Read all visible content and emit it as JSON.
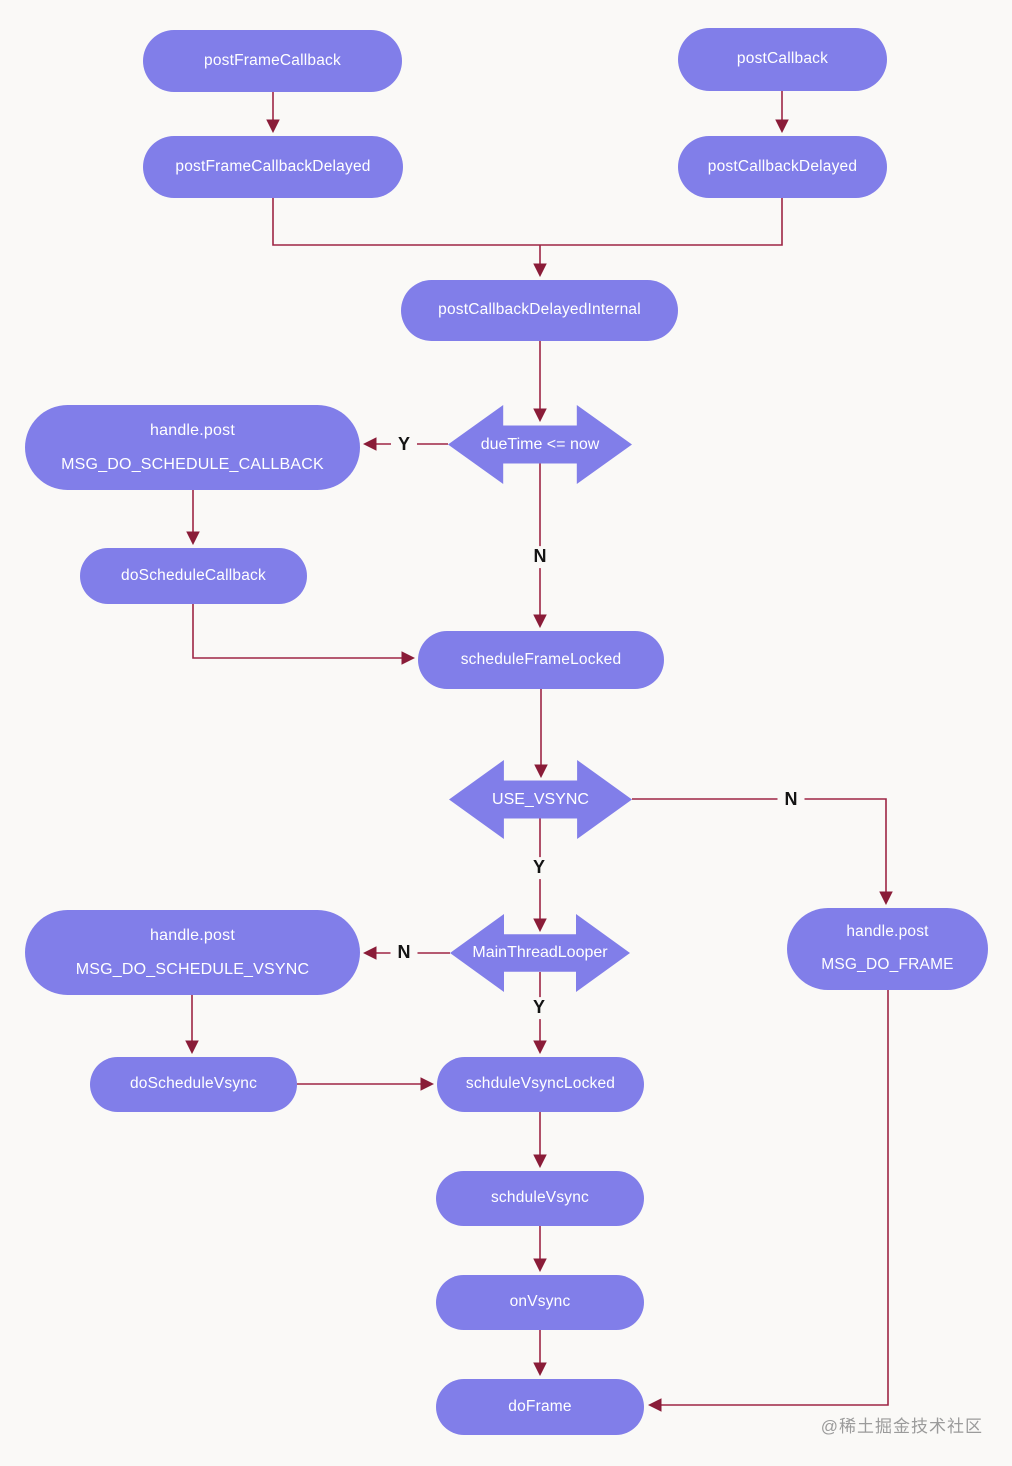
{
  "diagram": {
    "type": "flowchart",
    "colors": {
      "background": "#faf9f7",
      "node_fill": "#817ee9",
      "node_text": "#ffffff",
      "edge_line": "#9e2545",
      "arrowhead": "#8a1c38",
      "branch_label_text": "#141414",
      "watermark_text": "#9b9b9b"
    },
    "nodes": {
      "postFrameCallback": {
        "label": "postFrameCallback"
      },
      "postCallback": {
        "label": "postCallback"
      },
      "postFrameCallbackDelayed": {
        "label": "postFrameCallbackDelayed"
      },
      "postCallbackDelayed": {
        "label": "postCallbackDelayed"
      },
      "postCallbackDelayedInternal": {
        "label": "postCallbackDelayedInternal"
      },
      "handlePostScheduleCallback": {
        "line1": "handle.post",
        "line2": "MSG_DO_SCHEDULE_CALLBACK"
      },
      "doScheduleCallback": {
        "label": "doScheduleCallback"
      },
      "scheduleFrameLocked": {
        "label": "scheduleFrameLocked"
      },
      "handlePostScheduleVsync": {
        "line1": "handle.post",
        "line2": "MSG_DO_SCHEDULE_VSYNC"
      },
      "handlePostFrame": {
        "line1": "handle.post",
        "line2": "MSG_DO_FRAME"
      },
      "doScheduleVsync": {
        "label": "doScheduleVsync"
      },
      "schduleVsyncLocked": {
        "label": "schduleVsyncLocked"
      },
      "schduleVsync": {
        "label": "schduleVsync"
      },
      "onVsync": {
        "label": "onVsync"
      },
      "doFrame": {
        "label": "doFrame"
      }
    },
    "decisions": {
      "dueTime": {
        "label": "dueTime <= now"
      },
      "useVsync": {
        "label": "USE_VSYNC"
      },
      "mainThreadLooper": {
        "label": "MainThreadLooper"
      }
    },
    "branch_labels": {
      "dueTime_yes": "Y",
      "dueTime_no": "N",
      "useVsync_yes": "Y",
      "useVsync_no": "N",
      "mainThreadLooper_yes": "Y",
      "mainThreadLooper_no": "N"
    },
    "edges": [
      {
        "from": "postFrameCallback",
        "to": "postFrameCallbackDelayed"
      },
      {
        "from": "postCallback",
        "to": "postCallbackDelayed"
      },
      {
        "from": "postFrameCallbackDelayed",
        "to": "postCallbackDelayedInternal"
      },
      {
        "from": "postCallbackDelayed",
        "to": "postCallbackDelayedInternal"
      },
      {
        "from": "postCallbackDelayedInternal",
        "to": "dueTime"
      },
      {
        "from": "dueTime",
        "to": "handlePostScheduleCallback",
        "label": "Y"
      },
      {
        "from": "dueTime",
        "to": "scheduleFrameLocked",
        "label": "N"
      },
      {
        "from": "handlePostScheduleCallback",
        "to": "doScheduleCallback"
      },
      {
        "from": "doScheduleCallback",
        "to": "scheduleFrameLocked"
      },
      {
        "from": "scheduleFrameLocked",
        "to": "useVsync"
      },
      {
        "from": "useVsync",
        "to": "mainThreadLooper",
        "label": "Y"
      },
      {
        "from": "useVsync",
        "to": "handlePostFrame",
        "label": "N"
      },
      {
        "from": "mainThreadLooper",
        "to": "handlePostScheduleVsync",
        "label": "N"
      },
      {
        "from": "mainThreadLooper",
        "to": "schduleVsyncLocked",
        "label": "Y"
      },
      {
        "from": "handlePostScheduleVsync",
        "to": "doScheduleVsync"
      },
      {
        "from": "doScheduleVsync",
        "to": "schduleVsyncLocked"
      },
      {
        "from": "schduleVsyncLocked",
        "to": "schduleVsync"
      },
      {
        "from": "schduleVsync",
        "to": "onVsync"
      },
      {
        "from": "onVsync",
        "to": "doFrame"
      },
      {
        "from": "handlePostFrame",
        "to": "doFrame"
      }
    ],
    "watermark": "@稀土掘金技术社区"
  }
}
